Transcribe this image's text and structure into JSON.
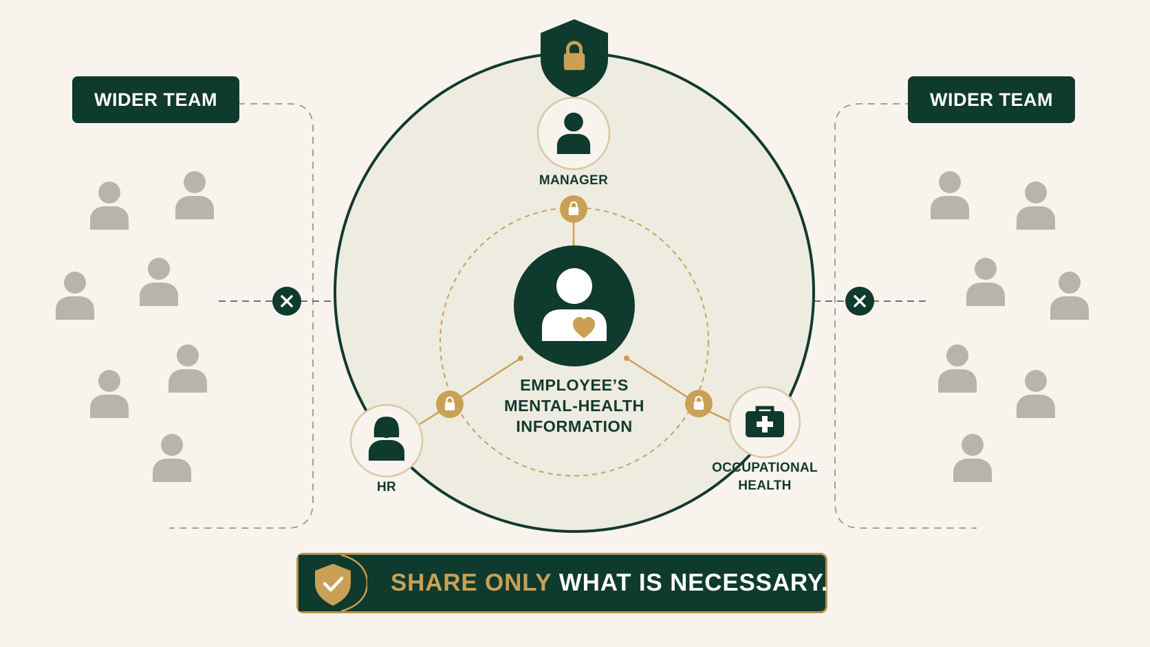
{
  "labels": {
    "wider_team_left": "WIDER TEAM",
    "wider_team_right": "WIDER TEAM",
    "manager": "MANAGER",
    "hr": "HR",
    "occupational_health_line1": "OCCUPATIONAL",
    "occupational_health_line2": "HEALTH",
    "center_line1": "EMPLOYEE’S",
    "center_line2": "MENTAL-HEALTH",
    "center_line3": "INFORMATION"
  },
  "banner": {
    "highlight": "SHARE ONLY",
    "rest": "WHAT IS NECESSARY."
  },
  "icons": {
    "top_badge": "shield-lock-icon",
    "manager": "person-icon",
    "hr": "person-female-icon",
    "occupational_health": "medical-kit-icon",
    "employee": "person-heart-icon",
    "connection_locks": "padlock-icon",
    "blocked": "x-circle-icon",
    "wider_team_people": "person-icon",
    "banner": "shield-check-icon"
  },
  "colors": {
    "background": "#f8f3ec",
    "dark_green": "#0f3a2e",
    "gold": "#c9a055",
    "grey_people": "#b9b4aa",
    "circle_fill": "#eeebe1"
  }
}
